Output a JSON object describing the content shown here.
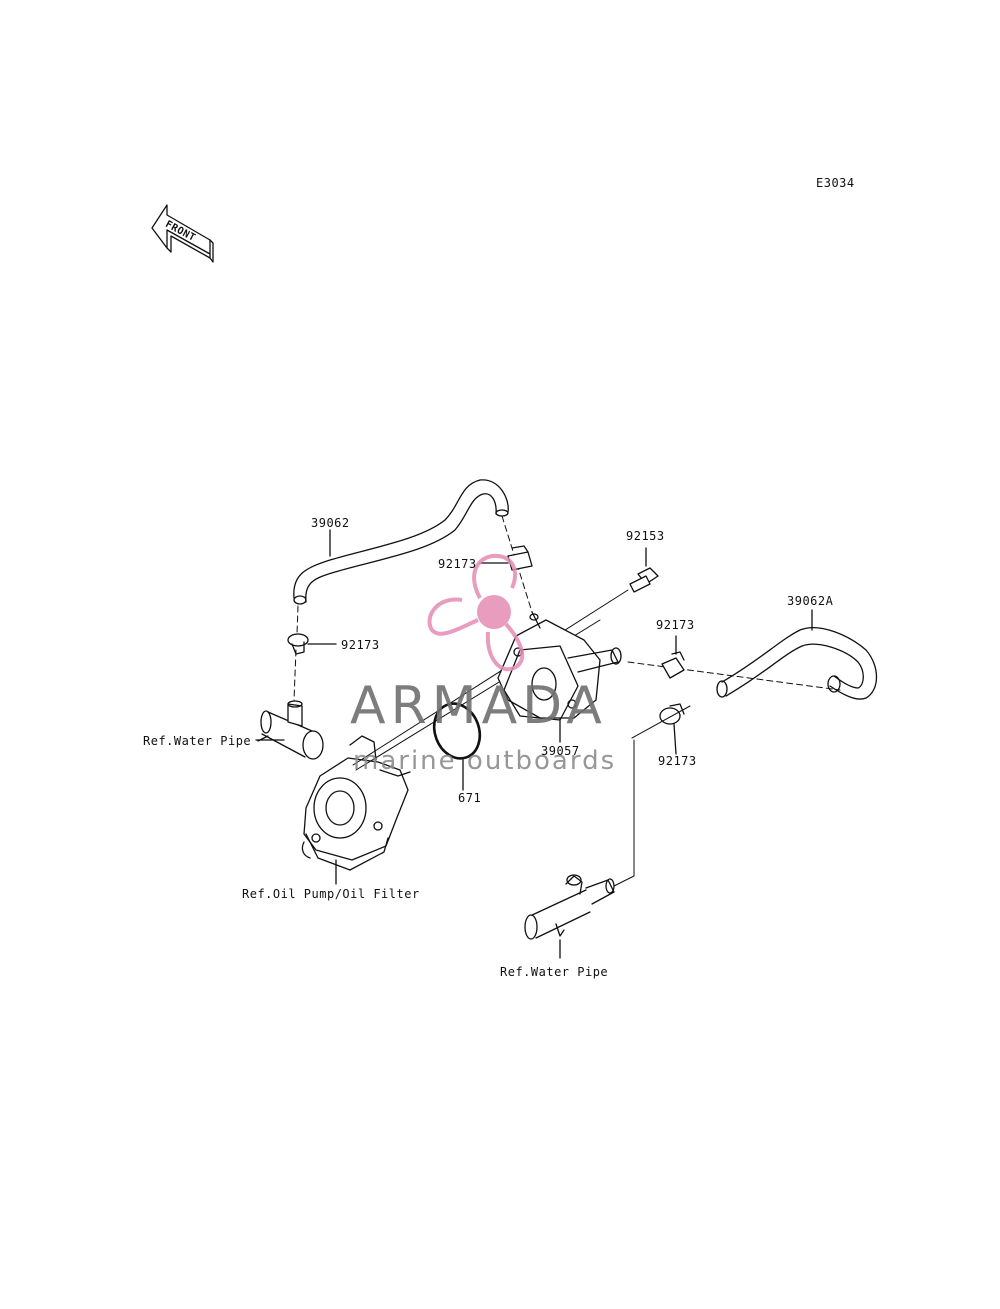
{
  "diagram_code": "E3034",
  "front_badge": "FRONT",
  "watermark": {
    "brand": "ARMADA",
    "tagline": "marine outboards",
    "brand_color": "#6f6f6f",
    "logo_color": "#e58cb5"
  },
  "callouts": {
    "hose_upper": "39062",
    "clamp_top": "92173",
    "clamp_left": "92173",
    "bolt": "92153",
    "clamp_right_upper": "92173",
    "hose_right": "39062A",
    "clamp_right_lower": "92173",
    "cooler": "39057",
    "oring": "671",
    "ref_water_pipe_left": "Ref.Water Pipe",
    "ref_oil_pump": "Ref.Oil Pump/Oil Filter",
    "ref_water_pipe_bottom": "Ref.Water Pipe"
  },
  "colors": {
    "line": "#111111",
    "watermark_pink": "#e58cb5"
  }
}
